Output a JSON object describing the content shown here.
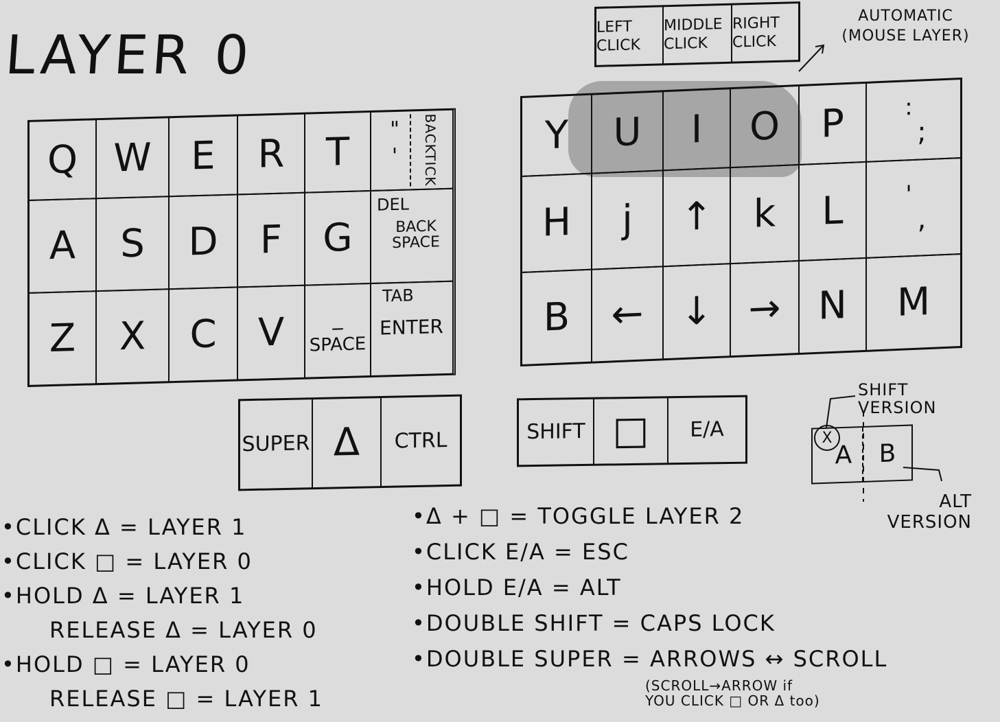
{
  "title": "LAYER 0",
  "mouse_buttons": [
    "LEFT CLICK",
    "MIDDLE CLICK",
    "RIGHT CLICK"
  ],
  "mouse_layer_label": "AUTOMATIC (MOUSE LAYER)",
  "left_grid": {
    "row1": [
      "Q",
      "W",
      "E",
      "R",
      "T"
    ],
    "quote_top": "\"",
    "quote_bottom": "'",
    "backtick": "BACKTICK",
    "row2": [
      "A",
      "S",
      "D",
      "F",
      "G"
    ],
    "del_label": "DEL",
    "backspace_label": "BACK SPACE",
    "row3": [
      "Z",
      "X",
      "C",
      "V"
    ],
    "underscore": "_",
    "space_label": "SPACE",
    "tab_label": "TAB",
    "enter_label": "ENTER"
  },
  "right_grid": {
    "row1": [
      "Y",
      "U",
      "I",
      "O",
      "P"
    ],
    "colon": ":",
    "semicolon": ";",
    "row2": [
      "H",
      "j",
      "↑",
      "k",
      "L"
    ],
    "apostrophe": "'",
    "comma": ",",
    "row3": [
      "B",
      "←",
      "↓",
      "→",
      "N",
      "M"
    ]
  },
  "thumb_left": [
    "SUPER",
    "Δ",
    "CTRL"
  ],
  "thumb_right": [
    "SHIFT",
    "□",
    "E/A"
  ],
  "legend": {
    "shift_version": "SHIFT VERSION",
    "alt_version": "ALT VERSION",
    "marker": "X",
    "left": "A",
    "right": "B"
  },
  "notes_left": [
    "•CLICK Δ = LAYER 1",
    "•CLICK □ = LAYER 0",
    "•HOLD Δ = LAYER 1",
    "RELEASE Δ = LAYER 0",
    "•HOLD □ = LAYER 0",
    "RELEASE □ = LAYER 1"
  ],
  "notes_right": [
    "•Δ + □ = TOGGLE LAYER 2",
    "•CLICK E/A = ESC",
    "•HOLD E/A = ALT",
    "•DOUBLE SHIFT = CAPS LOCK",
    "•DOUBLE SUPER = ARROWS ↔ SCROLL"
  ],
  "scroll_note": [
    "(SCROLL→ARROW if",
    "YOU CLICK □ OR Δ too)"
  ]
}
